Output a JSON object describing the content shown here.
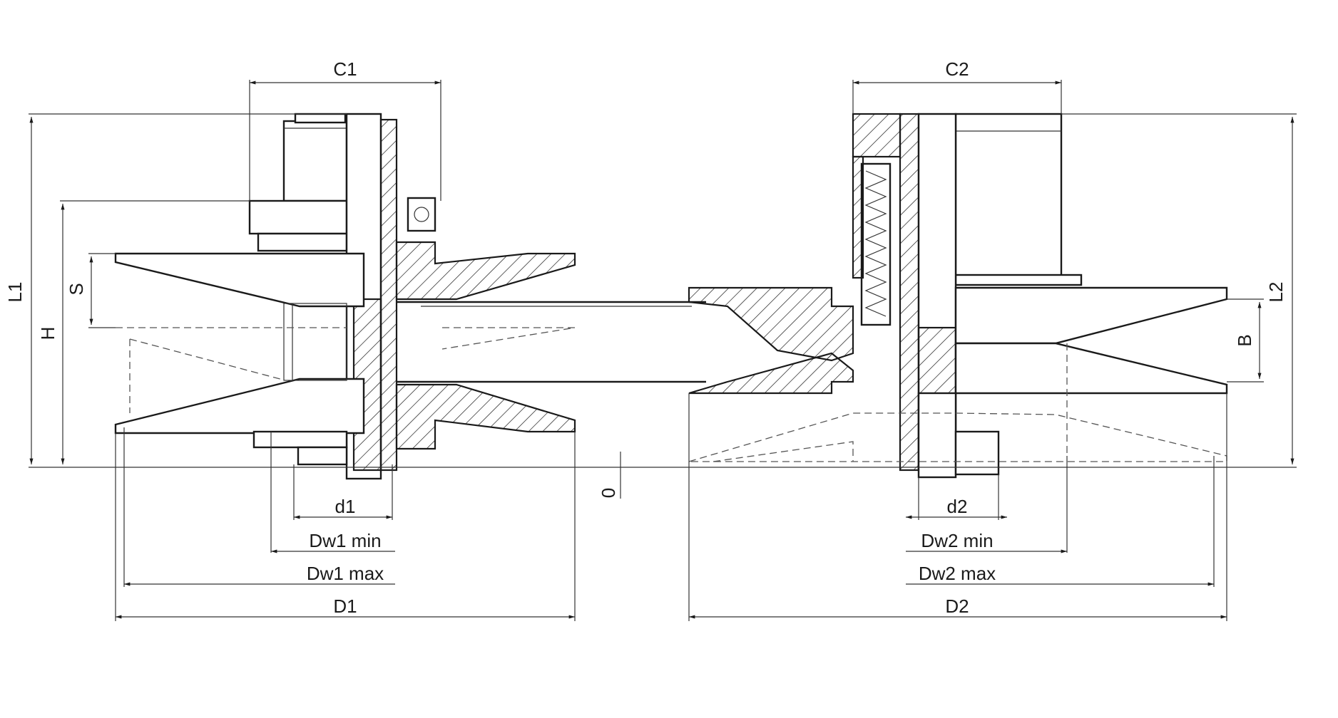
{
  "labels": {
    "c1": "C1",
    "c2": "C2",
    "l1": "L1",
    "l2": "L2",
    "h": "H",
    "s": "S",
    "b": "B",
    "d1": "d1",
    "d2": "d2",
    "dw1_min": "Dw1 min",
    "dw1_max": "Dw1 max",
    "dw2_min": "Dw2 min",
    "dw2_max": "Dw2 max",
    "big_d1": "D1",
    "big_d2": "D2",
    "zero": "0"
  },
  "colors": {
    "line": "#1a1a1a",
    "background": "#ffffff"
  }
}
